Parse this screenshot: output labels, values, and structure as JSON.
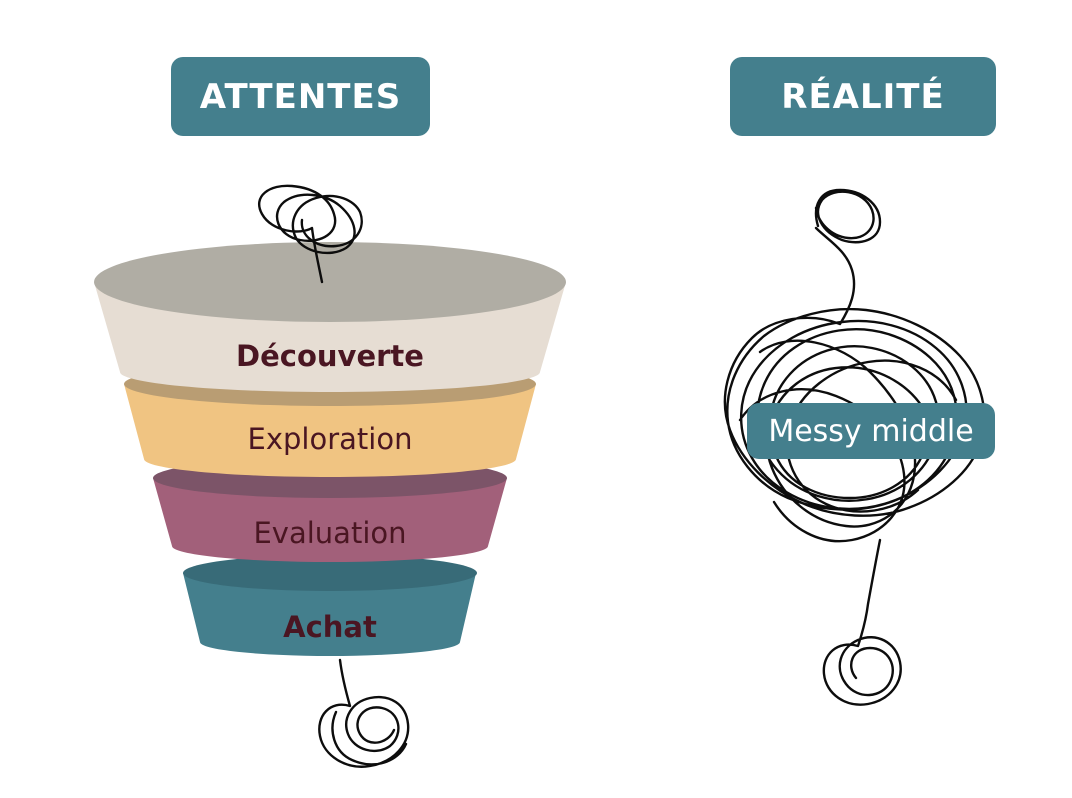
{
  "headings": {
    "expectations": "ATTENTES",
    "reality": "RÉALITÉ"
  },
  "funnel": {
    "stages": [
      {
        "label": "Découverte",
        "bold": true,
        "body_color": "#e6ddd3",
        "top_color": "#b0ada4"
      },
      {
        "label": "Exploration",
        "bold": false,
        "body_color": "#f0c482",
        "top_color": "#b99d73"
      },
      {
        "label": "Evaluation",
        "bold": false,
        "body_color": "#a2607a",
        "top_color": "#7c5468"
      },
      {
        "label": "Achat",
        "bold": true,
        "body_color": "#447f8d",
        "top_color": "#386b78"
      }
    ]
  },
  "reality": {
    "label": "Messy middle"
  },
  "colors": {
    "badge": "#447f8d",
    "label_text": "#4a1622",
    "scribble": "#0d0d0d"
  }
}
